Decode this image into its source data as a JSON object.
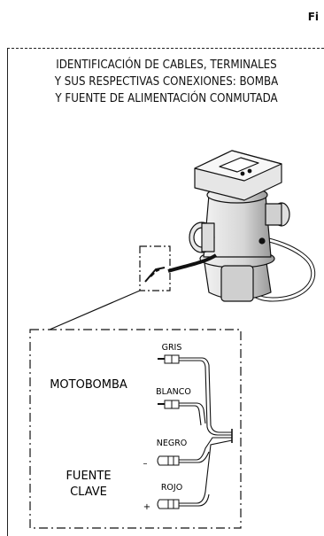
{
  "page_corner": "Fi",
  "heading": [
    "IDENTIFICACIÓN DE CABLES, TERMINALES",
    "Y SUS RESPECTIVAS CONEXIONES: BOMBA",
    "Y FUENTE DE ALIMENTACIÓN CONMUTADA"
  ],
  "groups": {
    "pump": "MOTOBOMBA",
    "supply_line1": "FUENTE",
    "supply_line2": "CLAVE"
  },
  "wires": {
    "gris": "GRIS",
    "blanco": "BLANCO",
    "negro": "NEGRO",
    "rojo": "ROJO"
  },
  "polarity": {
    "negative": "–",
    "positive": "+"
  }
}
